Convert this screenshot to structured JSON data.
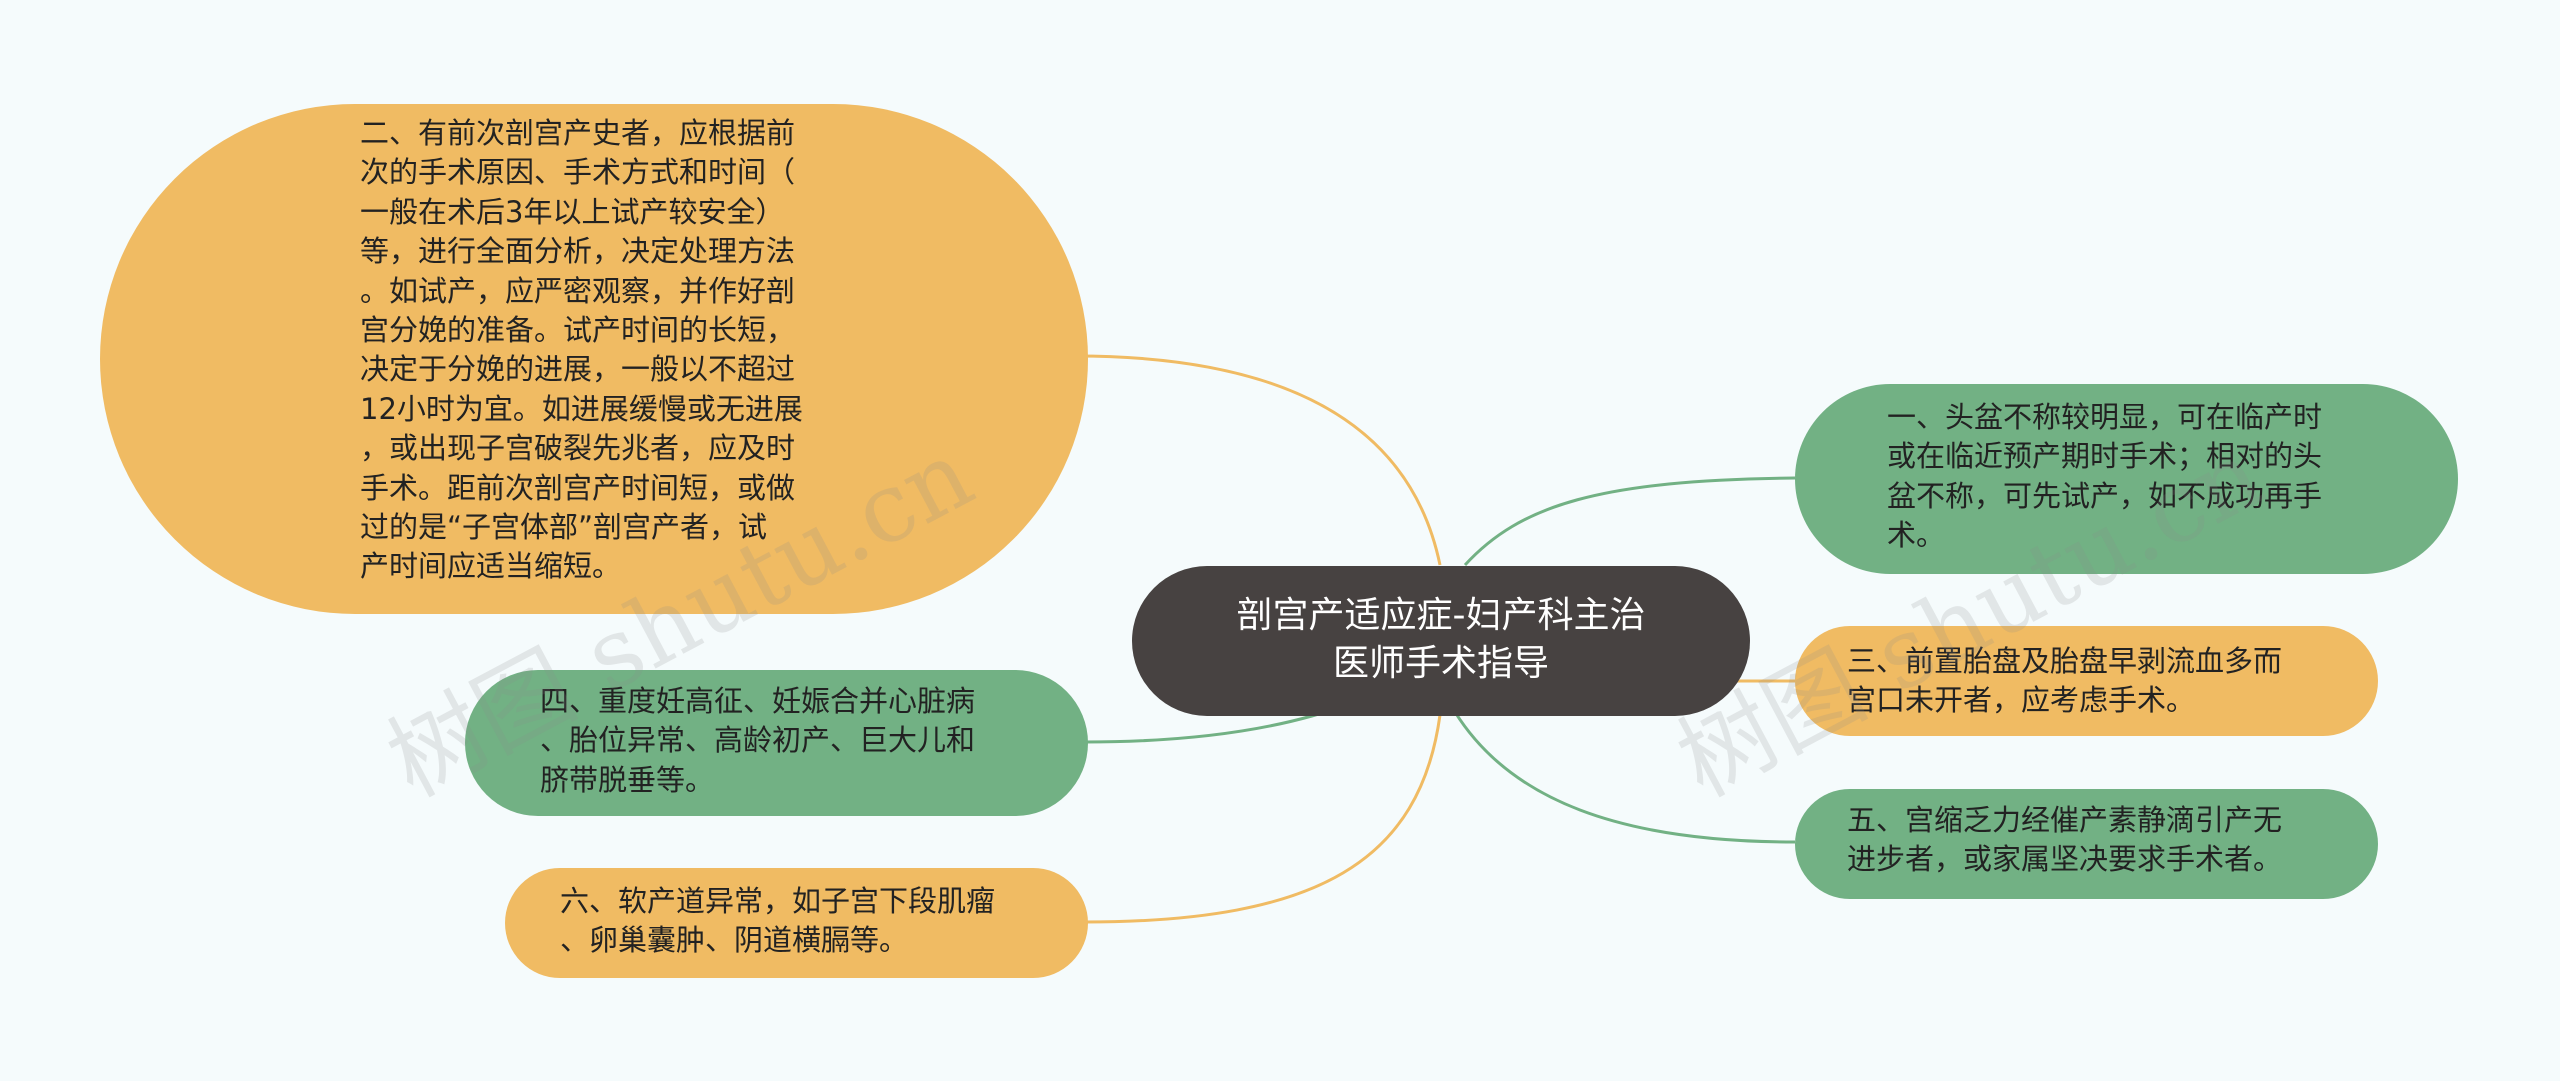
{
  "center": {
    "label": "剖宫产适应症-妇产科主治\n医师手术指导",
    "color": "#474241"
  },
  "colors": {
    "orange": "#f0bb63",
    "green": "#72b184",
    "orange_line": "#f0bb63",
    "green_line": "#72b184",
    "background": "#f5fbfc"
  },
  "nodes": {
    "n2": "二、有前次剖宫产史者，应根据前\n次的手术原因、手术方式和时间（\n一般在术后3年以上试产较安全）\n等，进行全面分析，决定处理方法\n。如试产，应严密观察，并作好剖\n宫分娩的准备。试产时间的长短，\n决定于分娩的进展，一般以不超过\n12小时为宜。如进展缓慢或无进展\n，或出现子宫破裂先兆者，应及时\n手术。距前次剖宫产时间短，或做\n过的是“子宫体部”剖宫产者，试\n产时间应适当缩短。",
    "n4": "四、重度妊高征、妊娠合并心脏病\n、胎位异常、高龄初产、巨大儿和\n脐带脱垂等。",
    "n6": "六、软产道异常，如子宫下段肌瘤\n、卵巢囊肿、阴道横膈等。",
    "n1": "一、头盆不称较明显，可在临产时\n或在临近预产期时手术；相对的头\n盆不称，可先试产，如不成功再手\n术。",
    "n3": "三、前置胎盘及胎盘早剥流血多而\n宫口未开者，应考虑手术。",
    "n5": "五、宫缩乏力经催产素静滴引产无\n进步者，或家属坚决要求手术者。"
  },
  "watermark": [
    "树图 shutu.cn",
    "树图 shutu.cn"
  ]
}
